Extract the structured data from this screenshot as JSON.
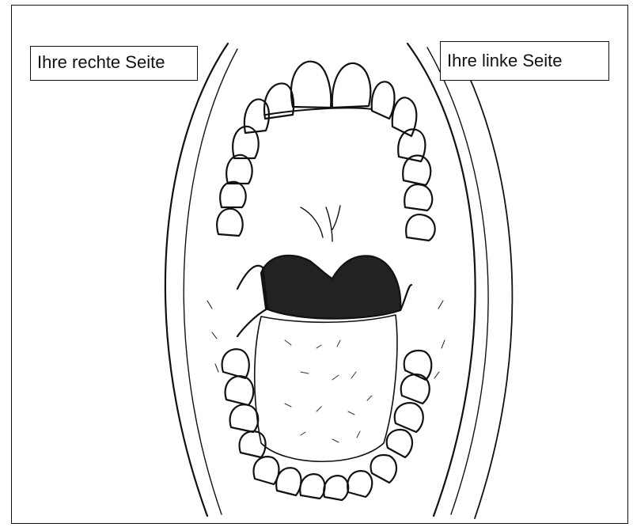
{
  "labels": {
    "patient_right": "Ihre rechte Seite",
    "patient_left": "Ihre linke Seite"
  },
  "colors": {
    "ink": "#111111",
    "paper": "#ffffff"
  },
  "figure": {
    "subject": "open-mouth-dental-chart",
    "upper_teeth": 14,
    "lower_teeth": 14
  }
}
